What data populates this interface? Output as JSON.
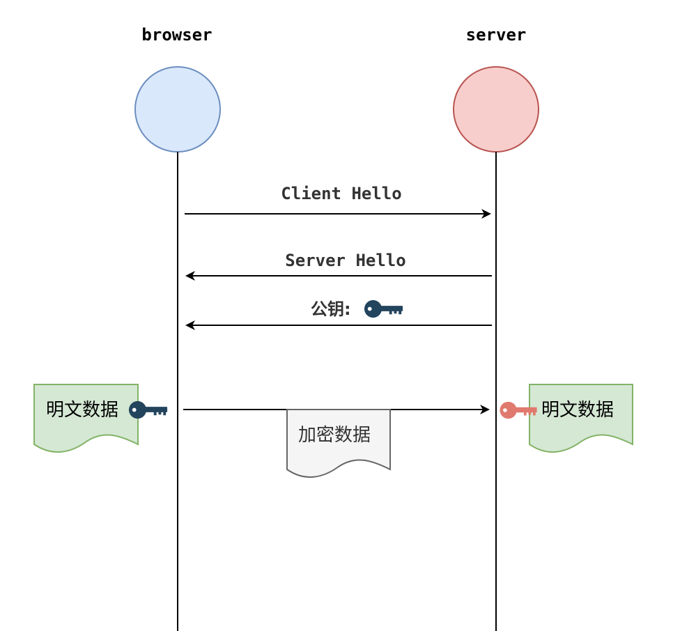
{
  "participants": {
    "browser": {
      "label": "browser",
      "fill": "#dae8fc",
      "stroke": "#6c8ebf"
    },
    "server": {
      "label": "server",
      "fill": "#f8cecc",
      "stroke": "#b85450"
    }
  },
  "messages": {
    "client_hello": "Client Hello",
    "server_hello": "Server Hello",
    "public_key": "公钥:"
  },
  "documents": {
    "left_plaintext": "明文数据",
    "right_plaintext": "明文数据",
    "encrypted": "加密数据"
  },
  "colors": {
    "key_dark": "#23445d",
    "key_red": "#e07a6e",
    "doc_green_fill": "#d5e8d4",
    "doc_green_stroke": "#82b366",
    "doc_gray_fill": "#f5f5f5",
    "doc_gray_stroke": "#666666"
  },
  "icons": {
    "public_key": "key-icon",
    "browser_key": "key-icon",
    "server_key": "key-icon"
  }
}
